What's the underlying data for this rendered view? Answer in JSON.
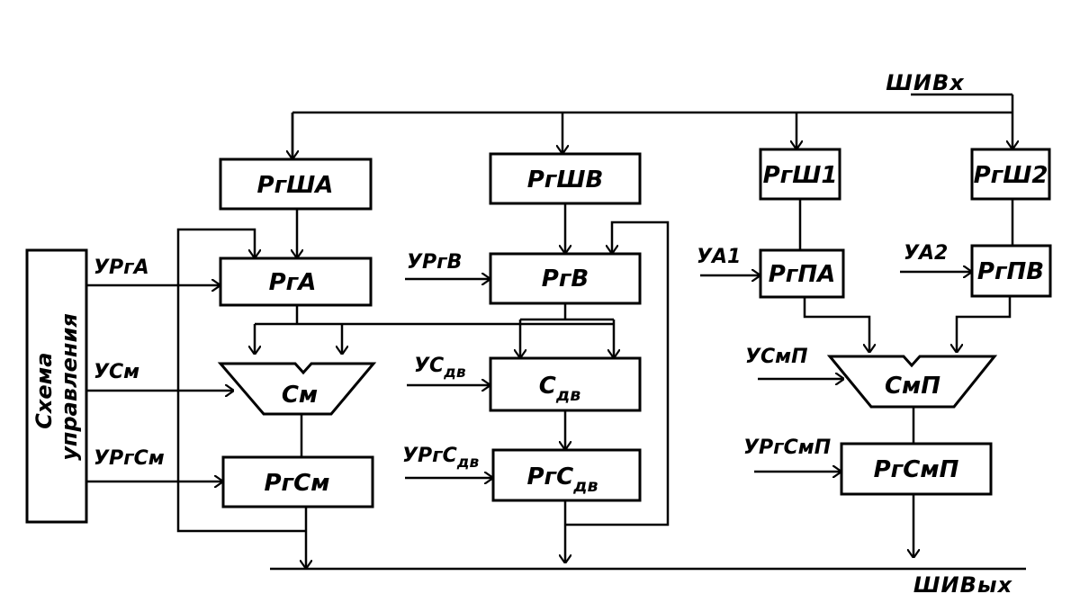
{
  "blocks": {
    "rgsha": "РгША",
    "rgshb": "РгШВ",
    "rgsh1": "РгШ1",
    "rgsh2": "РгШ2",
    "rga": "РгА",
    "rgb": "РгВ",
    "rgpa": "РгПА",
    "rgpb": "РгПВ",
    "sm": "См",
    "sdv": "С",
    "sdv_sub": "дв",
    "smp": "СмП",
    "rgsm": "РгСм",
    "rgsdv": "РгС",
    "rgsdv_sub": "дв",
    "rgsmp": "РгСмП",
    "control_line1": "Схема",
    "control_line2": "управления"
  },
  "signals": {
    "urga": "УРгА",
    "usm": "УСм",
    "urgsm": "УРгСм",
    "urgb": "УРгВ",
    "usdv": "УС",
    "usdv_sub": "дв",
    "urgsdv": "УРгС",
    "urgsdv_sub": "дв",
    "ua1": "УА1",
    "ua2": "УА2",
    "usmp": "УСмП",
    "urgsmp": "УРгСмП"
  },
  "buses": {
    "input": "ШИВх",
    "output": "ШИВых"
  }
}
